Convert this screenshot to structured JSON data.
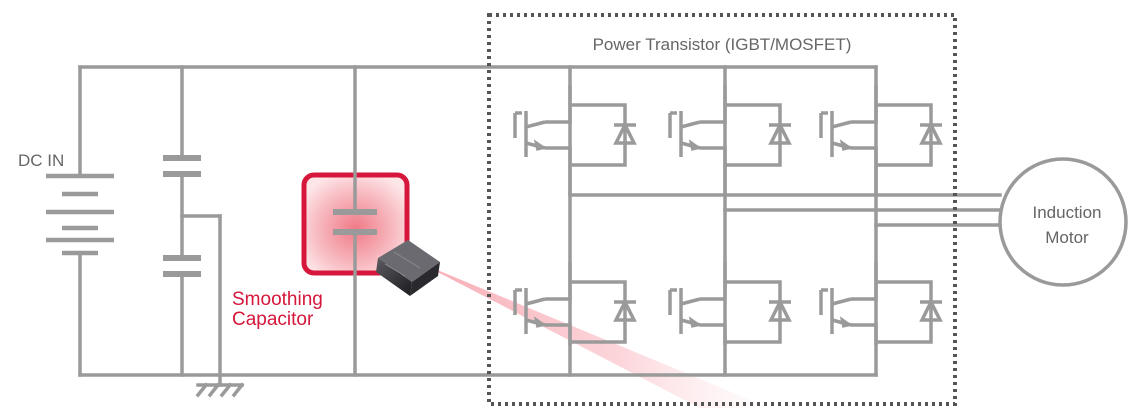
{
  "labels": {
    "dc_in": "DC IN",
    "power_transistor": "Power Transistor (IGBT/MOSFET)",
    "smoothing_line1": "Smoothing",
    "smoothing_line2": "Capacitor",
    "motor_line1": "Induction",
    "motor_line2": "Motor"
  },
  "colors": {
    "wire": "#9a9a9a",
    "accent": "#d6173b",
    "text": "#666666",
    "dotted_box": "#555555"
  },
  "icons": {
    "battery": "dc-source-battery-icon",
    "ground": "ground-icon",
    "capacitor": "capacitor-icon",
    "transistor": "igbt-icon",
    "diode": "diode-icon",
    "motor": "induction-motor-icon",
    "component_photo": "film-capacitor-photo"
  }
}
